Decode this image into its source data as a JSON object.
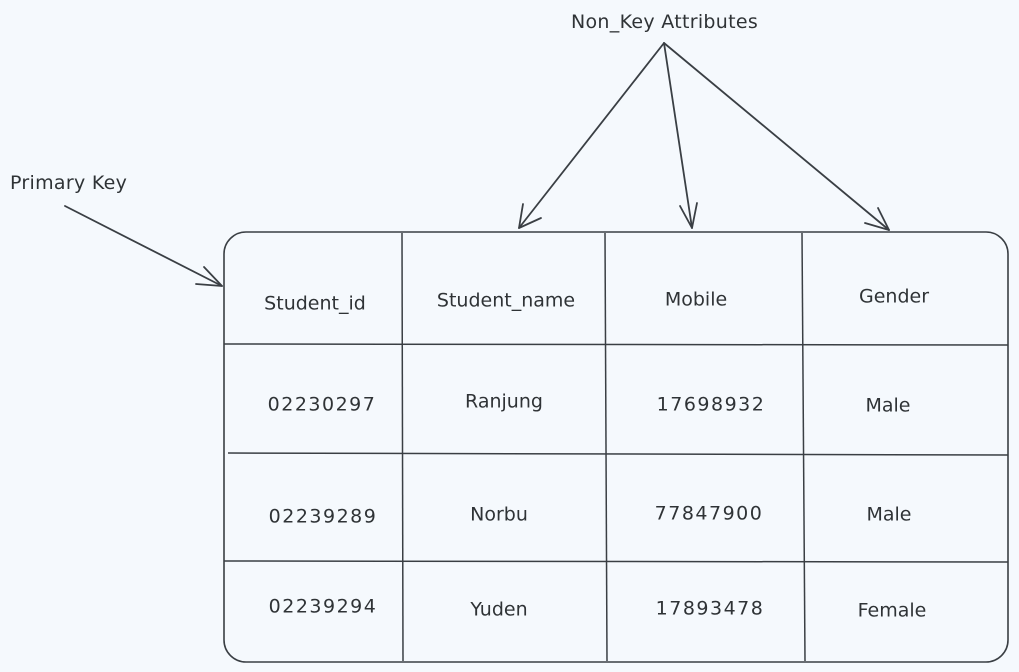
{
  "annotations": {
    "non_key_label": "Non_Key Attributes",
    "primary_key_label": "Primary Key"
  },
  "table": {
    "headers": [
      "Student_id",
      "Student_name",
      "Mobile",
      "Gender"
    ],
    "rows": [
      [
        "02230297",
        "Ranjung",
        "17698932",
        "Male"
      ],
      [
        "02239289",
        "Norbu",
        "77847900",
        "Male"
      ],
      [
        "02239294",
        "Yuden",
        "17893478",
        "Female"
      ]
    ]
  },
  "colors": {
    "background": "#f5f9fd",
    "stroke": "#3a3f44",
    "text": "#2f3336"
  }
}
